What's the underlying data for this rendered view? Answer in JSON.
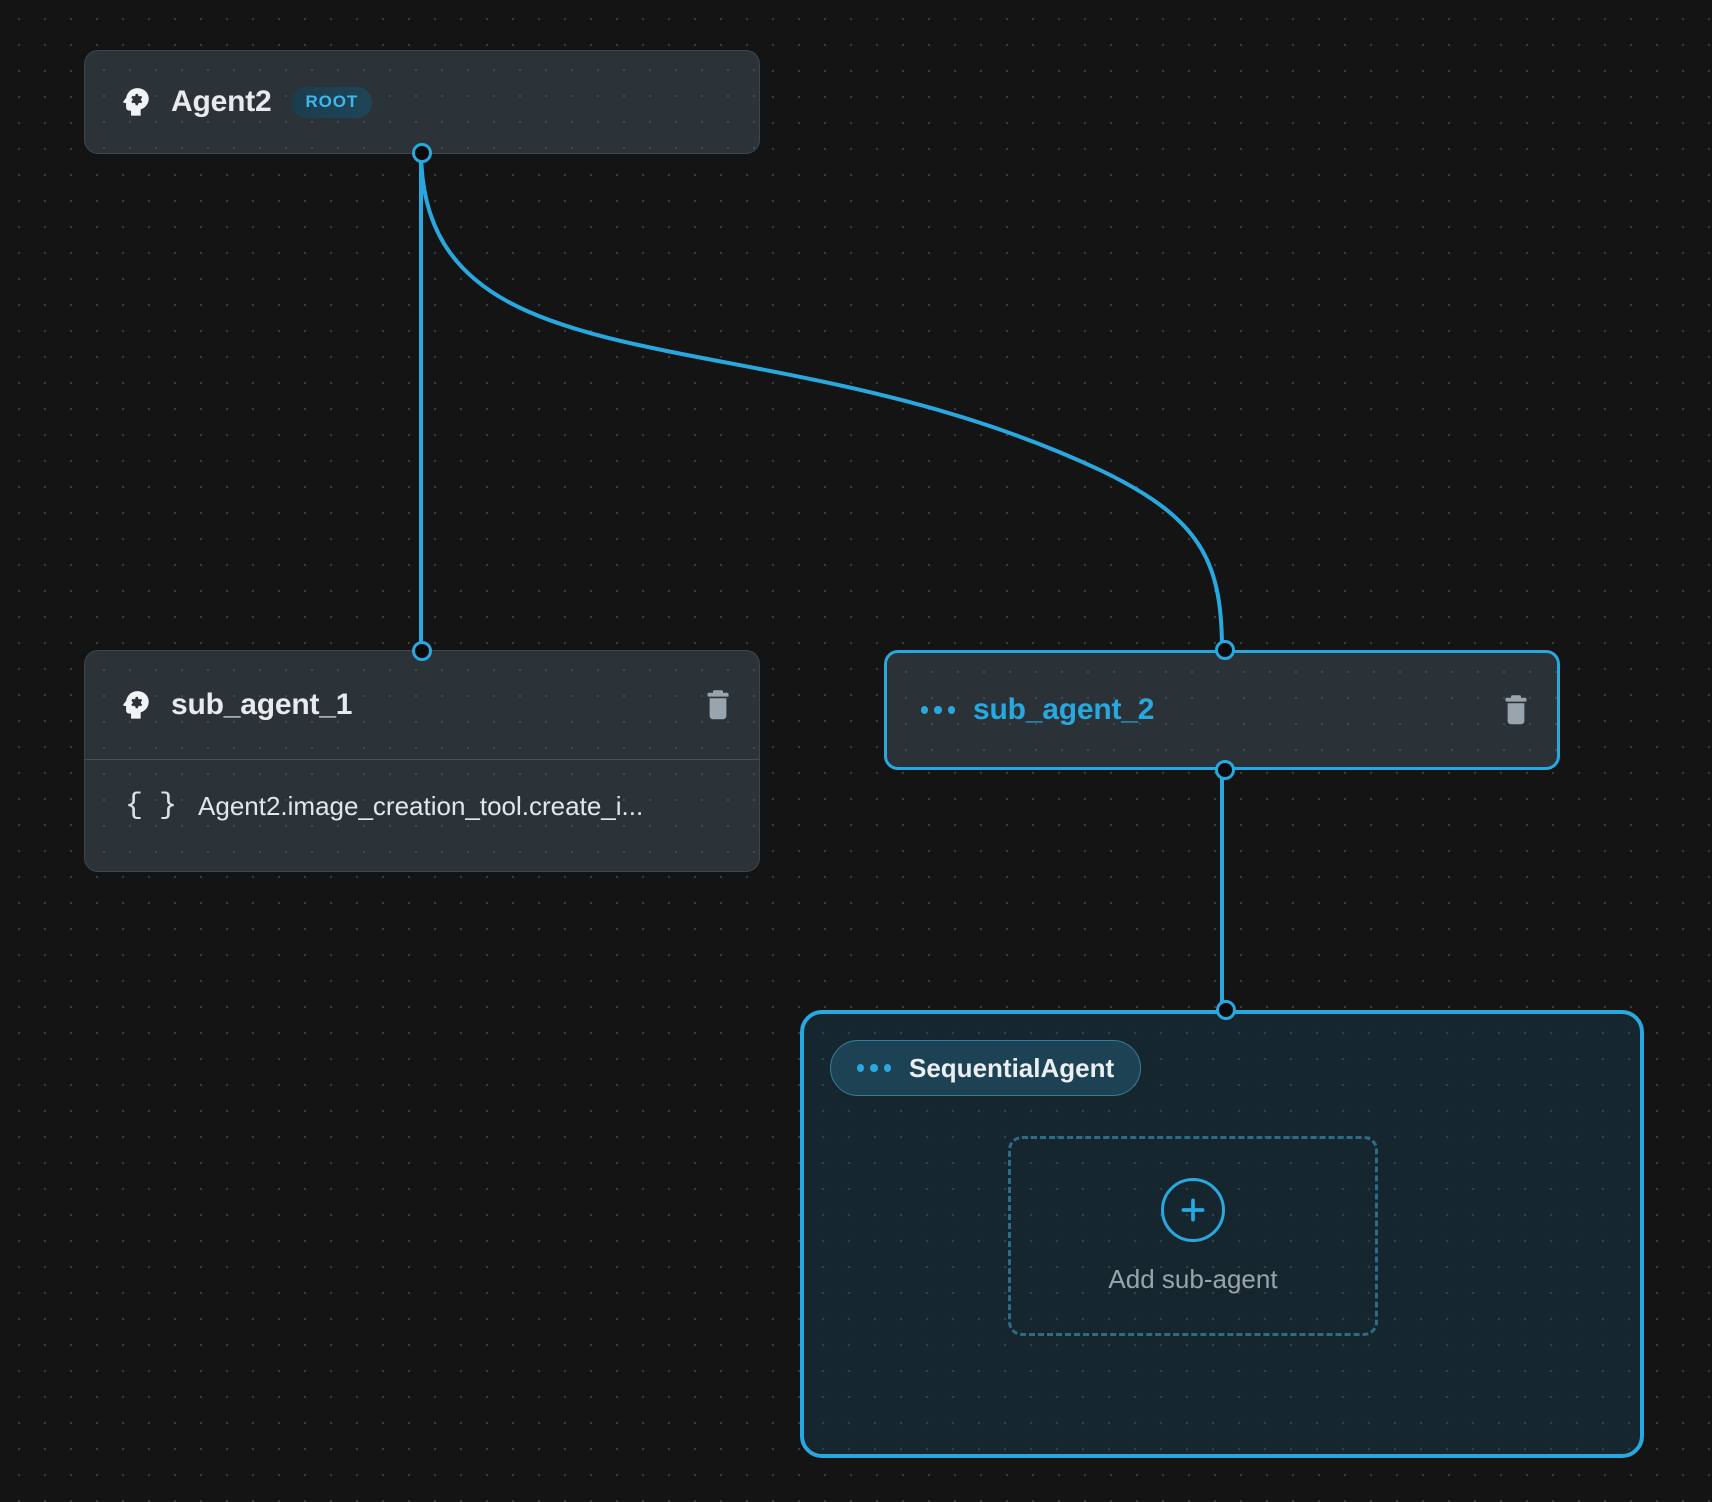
{
  "canvas": {
    "background_color": "#141414",
    "grid_dot_color": "#3a3a3a",
    "accent_color": "#29a8e0"
  },
  "nodes": {
    "root_agent": {
      "name": "Agent2",
      "badge": "ROOT",
      "icon": "agent-head-gear-icon"
    },
    "sub_agent_1": {
      "name": "sub_agent_1",
      "icon": "agent-head-gear-icon",
      "delete_icon": "trash-icon",
      "tools": [
        {
          "icon": "braces-icon",
          "brace": "{ }",
          "label": "Agent2.image_creation_tool.create_i..."
        }
      ]
    },
    "sub_agent_2": {
      "name": "sub_agent_2",
      "icon": "ellipsis-icon",
      "delete_icon": "trash-icon",
      "selected": true
    },
    "sequential_agent": {
      "pill_label": "SequentialAgent",
      "pill_icon": "ellipsis-icon",
      "dropzone_label": "Add sub-agent",
      "dropzone_icon": "plus-circle-icon"
    }
  }
}
